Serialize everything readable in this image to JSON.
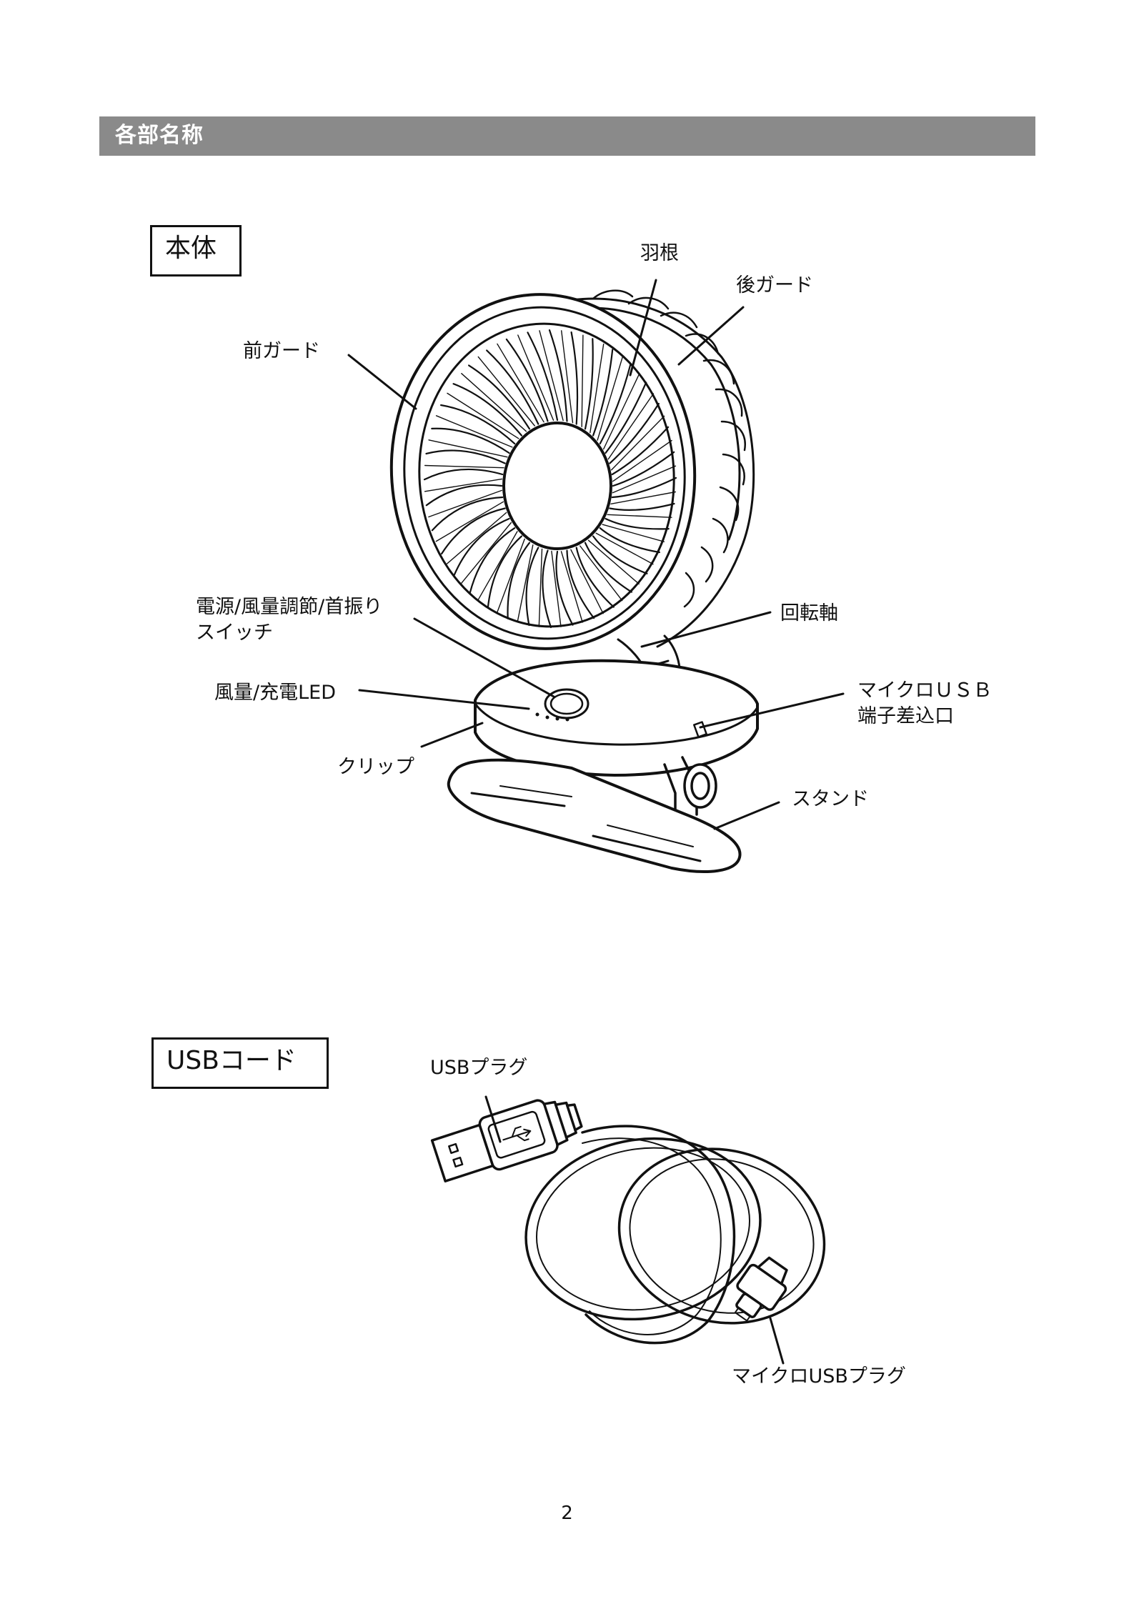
{
  "header": {
    "title": "各部名称"
  },
  "sections": {
    "body": {
      "title": "本体",
      "labels": {
        "blade": "羽根",
        "rear_guard": "後ガード",
        "front_guard": "前ガード",
        "switch_line1": "電源/風量調節/首振り",
        "switch_line2": "スイッチ",
        "rotation_axis": "回転軸",
        "led": "風量/充電LED",
        "micro_usb_port_line1": "マイクロＵＳＢ",
        "micro_usb_port_line2": "端子差込口",
        "clip": "クリップ",
        "stand": "スタンド"
      }
    },
    "usb_cord": {
      "title": "USBコード",
      "labels": {
        "usb_plug": "USBプラグ",
        "micro_usb_plug": "マイクロUSBプラグ"
      }
    }
  },
  "page_number": "2"
}
